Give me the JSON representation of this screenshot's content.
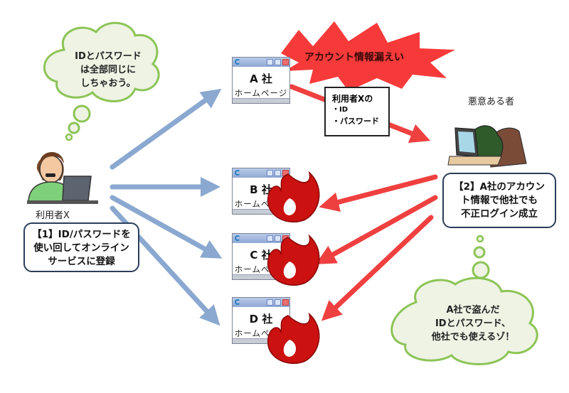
{
  "title": "Password reuse / credential stuffing illustration",
  "colors": {
    "user_arrow": "#8aa8d0",
    "attack_arrow": "#ef4040",
    "burst": "#f63a3a",
    "flame": "#cc1111",
    "cloud_fill": "#eef3e4",
    "cloud_stroke": "#8cc456",
    "box_border": "#2b3d5a"
  },
  "user": {
    "thought": [
      "IDとパスワード",
      "は全部同じに",
      "しちゃおう。"
    ],
    "label": "利用者X",
    "step_box": [
      "【1】ID/パスワードを",
      "使い回してオンライン",
      "サービスに登録"
    ]
  },
  "leak": {
    "burst_text": "アカウント情報漏えい",
    "note": {
      "title": "利用者Xの",
      "items": [
        "・ID",
        "・パスワード"
      ]
    }
  },
  "attacker": {
    "label": "悪意ある者",
    "step_box": [
      "【2】A社のアカウン",
      "ト情報で他社でも",
      "不正ログイン成立"
    ],
    "thought": [
      "A社で盗んだ",
      "IDとパスワード、",
      "他社でも使えるゾ！"
    ]
  },
  "sites": [
    {
      "name": "A 社",
      "page": "ホームページ",
      "compromised": false
    },
    {
      "name": "B 社",
      "page": "ホームページ",
      "compromised": true
    },
    {
      "name": "C 社",
      "page": "ホームページ",
      "compromised": true
    },
    {
      "name": "D 社",
      "page": "ホームページ",
      "compromised": true
    }
  ]
}
